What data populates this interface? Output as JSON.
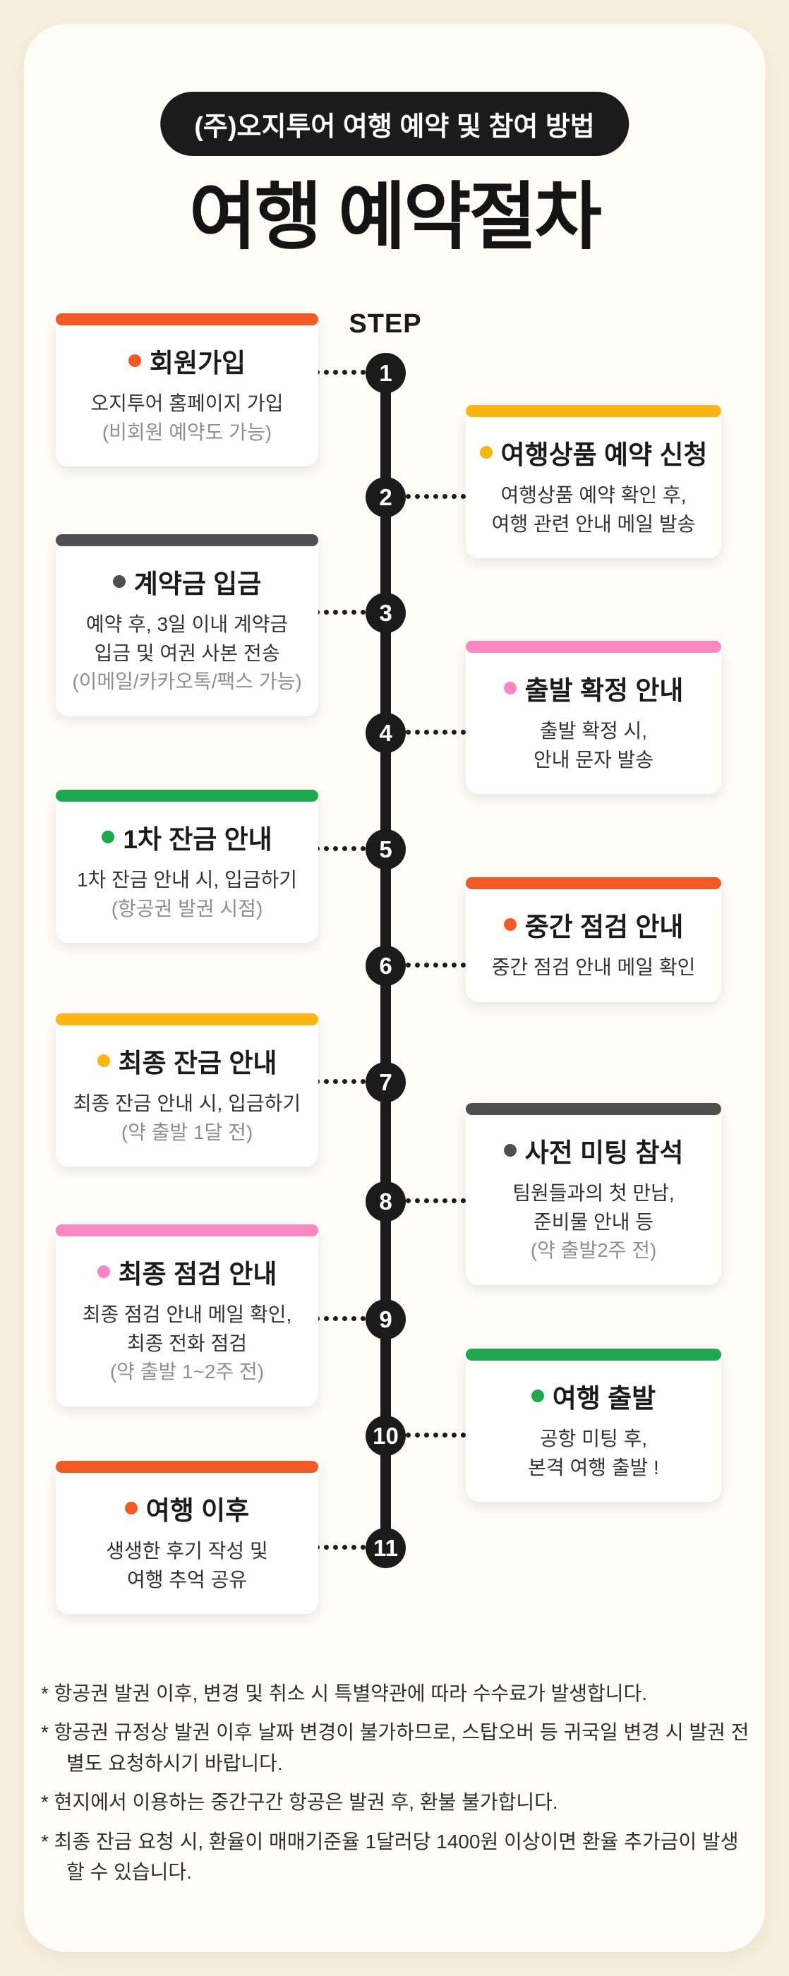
{
  "badge": "(주)오지투어 여행 예약 및 참여 방법",
  "title": "여행 예약절차",
  "step_label": "STEP",
  "colors": {
    "orange": "#f15a24",
    "yellow": "#fbb615",
    "gray": "#4f4f4f",
    "pink": "#f988c2",
    "green": "#1fa94e",
    "black": "#1b1b1b",
    "background": "#f7eedb"
  },
  "steps": [
    {
      "num": "1",
      "title": "회원가입",
      "color": "#f15a24",
      "lines": [
        "오지투어 홈페이지 가입",
        "(비회원 예약도 가능)"
      ]
    },
    {
      "num": "2",
      "title": "여행상품 예약 신청",
      "color": "#fbb615",
      "lines": [
        "여행상품 예약 확인 후,",
        "여행 관련 안내 메일 발송"
      ]
    },
    {
      "num": "3",
      "title": "계약금 입금",
      "color": "#4f4f4f",
      "lines": [
        "예약 후, 3일 이내 계약금",
        "입금 및 여권 사본 전송",
        "(이메일/카카오톡/팩스 가능)"
      ]
    },
    {
      "num": "4",
      "title": "출발 확정 안내",
      "color": "#f988c2",
      "lines": [
        "출발 확정 시,",
        "안내 문자 발송"
      ]
    },
    {
      "num": "5",
      "title": "1차 잔금 안내",
      "color": "#1fa94e",
      "lines": [
        "1차 잔금 안내 시, 입금하기",
        "(항공권 발권 시점)"
      ]
    },
    {
      "num": "6",
      "title": "중간 점검 안내",
      "color": "#f15a24",
      "lines": [
        "중간 점검 안내 메일 확인"
      ]
    },
    {
      "num": "7",
      "title": "최종 잔금 안내",
      "color": "#fbb615",
      "lines": [
        "최종 잔금 안내 시, 입금하기",
        "(약 출발 1달 전)"
      ]
    },
    {
      "num": "8",
      "title": "사전 미팅 참석",
      "color": "#4f4f4f",
      "lines": [
        "팀원들과의 첫 만남,",
        "준비물 안내 등",
        "(약 출발2주 전)"
      ]
    },
    {
      "num": "9",
      "title": "최종 점검 안내",
      "color": "#f988c2",
      "lines": [
        "최종 점검 안내 메일 확인,",
        "최종 전화 점검",
        "(약 출발 1~2주 전)"
      ]
    },
    {
      "num": "10",
      "title": "여행 출발",
      "color": "#1fa94e",
      "lines": [
        "공항 미팅 후,",
        "본격 여행 출발 !"
      ]
    },
    {
      "num": "11",
      "title": "여행 이후",
      "color": "#f15a24",
      "lines": [
        "생생한 후기 작성 및",
        "여행 추억 공유"
      ]
    }
  ],
  "notes": [
    "* 항공권 발권 이후, 변경 및 취소 시 특별약관에 따라 수수료가 발생합니다.",
    "* 항공권 규정상 발권 이후 날짜 변경이 불가하므로, 스탑오버 등 귀국일 변경 시 발권 전 별도 요청하시기 바랍니다.",
    "* 현지에서 이용하는 중간구간 항공은 발권 후, 환불 불가합니다.",
    "* 최종 잔금 요청 시, 환율이 매매기준율 1달러당 1400원 이상이면 환율 추가금이 발생할 수 있습니다."
  ]
}
